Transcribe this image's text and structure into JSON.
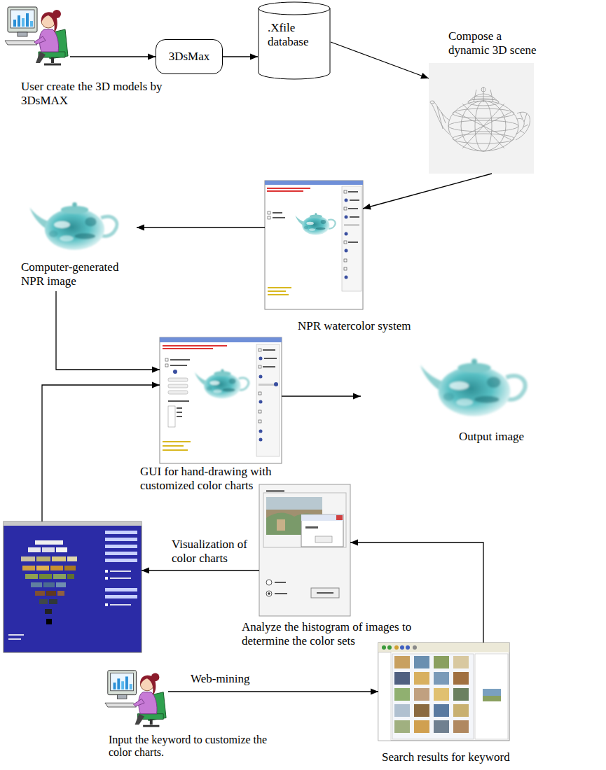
{
  "diagram": {
    "nodes": [
      {
        "text": [
          "User create the 3D models by 3DsMAX"
        ]
      },
      {
        "text": [
          "3DsMax"
        ]
      },
      {
        "text": [
          ".Xfile database"
        ]
      },
      {
        "text": [
          "Compose a dynamic 3D scene"
        ]
      },
      {
        "text": [
          "Computer-generated NPR image"
        ]
      },
      {
        "text": [
          "NPR watercolor system"
        ]
      },
      {
        "text": [
          "GUI for hand-drawing with customized color charts"
        ]
      },
      {
        "text": [
          "Output image"
        ]
      },
      {
        "text": [
          "Visualization of color charts"
        ]
      },
      {
        "text": [
          "Analyze the histogram of images to determine the color sets"
        ]
      },
      {
        "text": [
          "Input the keyword to customize the color charts."
        ]
      },
      {
        "text": [
          "Search results for keyword"
        ]
      }
    ],
    "edges": [
      {
        "from": 0,
        "to": 1,
        "arrow": "to"
      },
      {
        "from": 1,
        "to": 2,
        "arrow": "to"
      },
      {
        "from": 2,
        "to": 3,
        "arrow": "to"
      },
      {
        "from": 3,
        "to": 5,
        "arrow": "to"
      },
      {
        "from": 5,
        "to": 4,
        "arrow": "to"
      },
      {
        "from": 4,
        "to": 6,
        "arrow": "to"
      },
      {
        "from": 6,
        "to": 7,
        "arrow": "to"
      },
      {
        "from": 8,
        "to": 6,
        "arrow": "to"
      },
      {
        "from": 9,
        "to": 8,
        "arrow": "to"
      },
      {
        "from": 10,
        "to": 11,
        "label": "Web-mining",
        "arrow": "to"
      },
      {
        "from": 11,
        "to": 9,
        "arrow": "to"
      }
    ]
  }
}
